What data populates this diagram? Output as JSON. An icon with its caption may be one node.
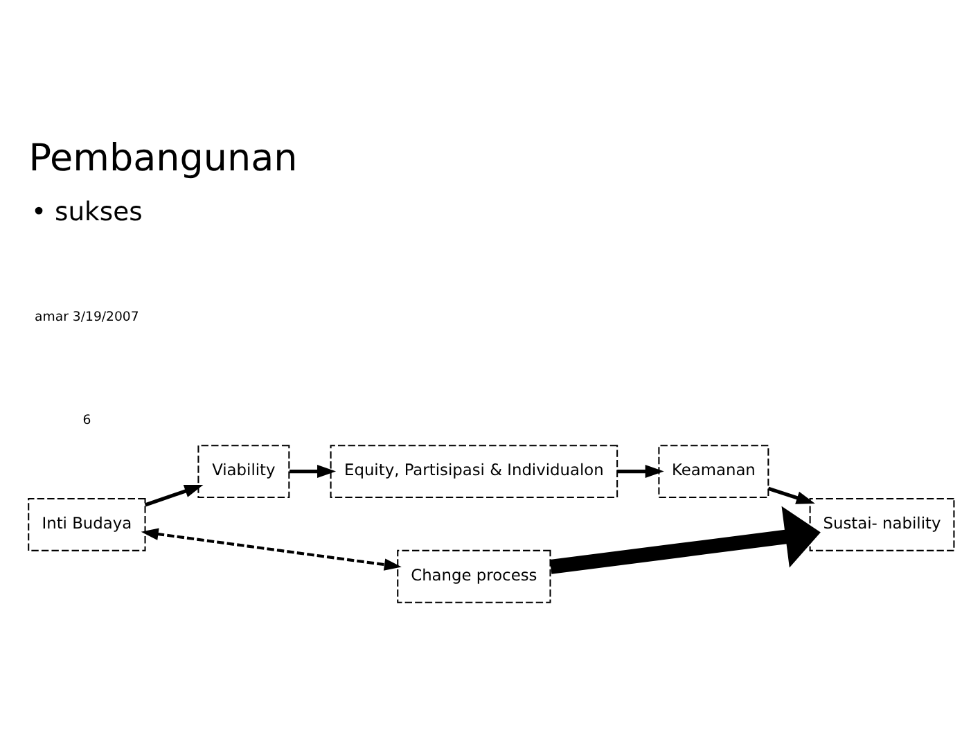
{
  "diagram": {
    "title": "Pembangunan",
    "nodes": [
      {
        "text": [
          "Inti Budaya"
        ]
      },
      {
        "text": [
          "Viability"
        ]
      },
      {
        "text": [
          "Equity, Partisipasi & Individualon"
        ]
      },
      {
        "text": [
          "Keamanan"
        ]
      },
      {
        "text": [
          "Sustai- nability"
        ]
      },
      {
        "text": [
          "Change process"
        ]
      }
    ],
    "edges": [
      {
        "from": 0,
        "to": 1,
        "arrow": "to"
      },
      {
        "from": 1,
        "to": 2,
        "arrow": "to"
      },
      {
        "from": 2,
        "to": 3,
        "arrow": "to"
      },
      {
        "from": 3,
        "to": 4,
        "arrow": "to"
      },
      {
        "from": 5,
        "to": 4,
        "arrow": "to",
        "style": "thick"
      },
      {
        "from": 0,
        "to": 5,
        "arrow": "both",
        "style": "dashed"
      }
    ],
    "labels": [
      "• sukses",
      "amar 3/19/2007",
      "6"
    ]
  }
}
